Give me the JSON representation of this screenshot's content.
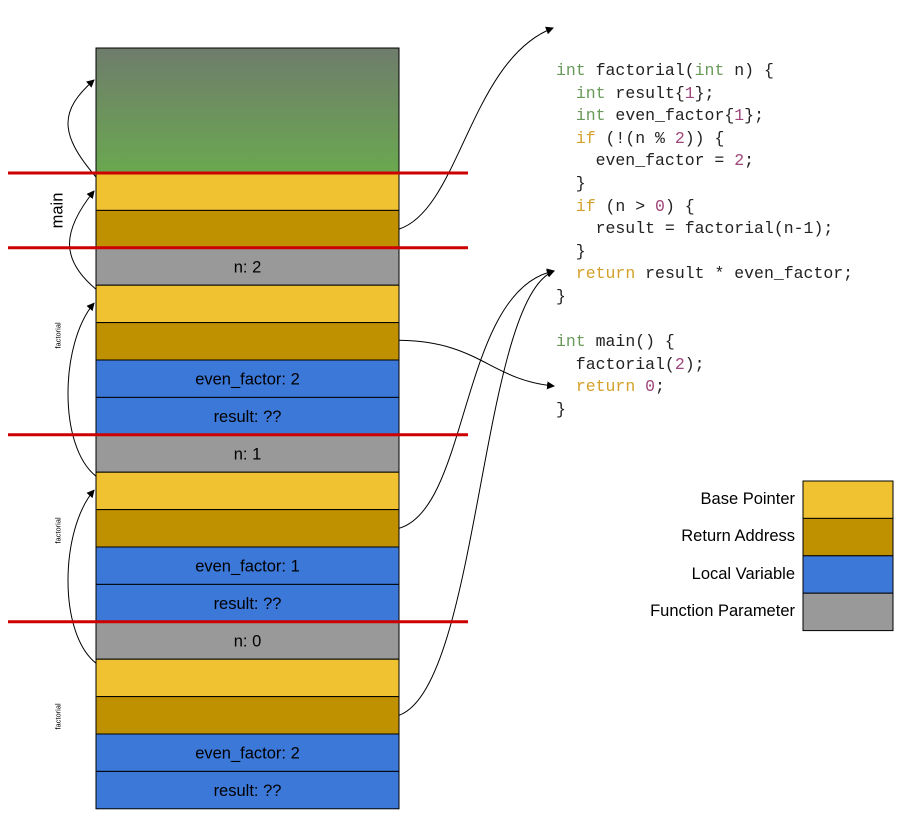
{
  "stack": {
    "cells": [
      {
        "kind": "base_pointer",
        "label": ""
      },
      {
        "kind": "return_address",
        "label": ""
      },
      {
        "kind": "function_parameter",
        "label": "n: 2"
      },
      {
        "kind": "base_pointer",
        "label": ""
      },
      {
        "kind": "return_address",
        "label": ""
      },
      {
        "kind": "local_variable",
        "label": "even_factor: 2"
      },
      {
        "kind": "local_variable",
        "label": "result: ??"
      },
      {
        "kind": "function_parameter",
        "label": "n: 1"
      },
      {
        "kind": "base_pointer",
        "label": ""
      },
      {
        "kind": "return_address",
        "label": ""
      },
      {
        "kind": "local_variable",
        "label": "even_factor: 1"
      },
      {
        "kind": "local_variable",
        "label": "result: ??"
      },
      {
        "kind": "function_parameter",
        "label": "n: 0"
      },
      {
        "kind": "base_pointer",
        "label": ""
      },
      {
        "kind": "return_address",
        "label": ""
      },
      {
        "kind": "local_variable",
        "label": "even_factor: 2"
      },
      {
        "kind": "local_variable",
        "label": "result: ??"
      }
    ],
    "frame_labels": [
      "main",
      "factorial",
      "factorial",
      "factorial"
    ]
  },
  "code": {
    "lines": [
      "int factorial(int n) {",
      "  int result{1};",
      "  int even_factor{1};",
      "  if (!(n % 2)) {",
      "    even_factor = 2;",
      "  }",
      "  if (n > 0) {",
      "    result = factorial(n-1);",
      "  }",
      "  return result * even_factor;",
      "}",
      "",
      "int main() {",
      "  factorial(2);",
      "  return 0;",
      "}"
    ]
  },
  "legend": [
    {
      "kind": "base_pointer",
      "label": "Base Pointer"
    },
    {
      "kind": "return_address",
      "label": "Return Address"
    },
    {
      "kind": "local_variable",
      "label": "Local Variable"
    },
    {
      "kind": "function_parameter",
      "label": "Function Parameter"
    }
  ],
  "colors": {
    "base_pointer": "#f0c232",
    "return_address": "#bf9000",
    "local_variable": "#3c78d8",
    "function_parameter": "#999999",
    "frame_divider": "#cc0000",
    "top_gradient_start": "#6f7c6c",
    "top_gradient_end": "#6aa84f"
  }
}
